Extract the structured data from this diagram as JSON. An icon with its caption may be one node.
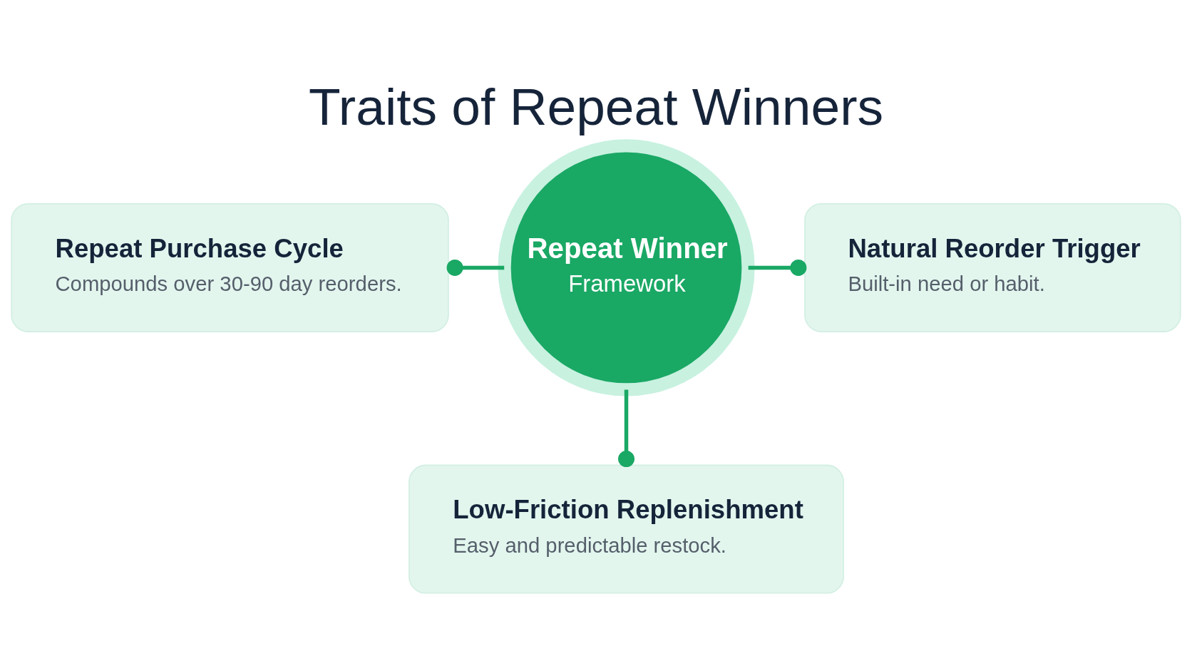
{
  "diagram": {
    "title": "Traits of Repeat Winners",
    "nodes": [
      {
        "text": [
          "Repeat Winner",
          "Framework"
        ]
      },
      {
        "text": [
          "Repeat Purchase Cycle",
          "Compounds over 30-90 day reorders."
        ]
      },
      {
        "text": [
          "Natural Reorder Trigger",
          "Built-in need or habit."
        ]
      },
      {
        "text": [
          "Low-Friction Replenishment",
          "Easy and predictable restock."
        ]
      }
    ],
    "edges": [
      {
        "from": 0,
        "to": 1,
        "arrow": "other"
      },
      {
        "from": 0,
        "to": 2,
        "arrow": "other"
      },
      {
        "from": 0,
        "to": 3,
        "arrow": "other"
      }
    ]
  }
}
